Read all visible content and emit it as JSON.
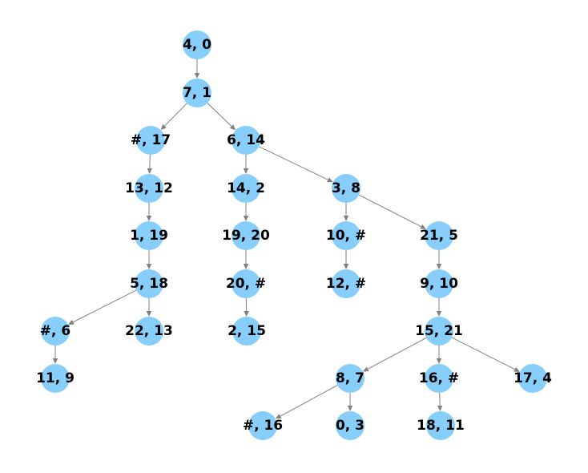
{
  "diagram": {
    "type": "tree",
    "colors": {
      "node": "#87cefa",
      "edge": "#808080",
      "label": "#000000",
      "background": "#ffffff"
    },
    "nodes": [
      {
        "id": "n0",
        "label": "4, 0"
      },
      {
        "id": "n1",
        "label": "7, 1"
      },
      {
        "id": "n2",
        "label": "#, 17"
      },
      {
        "id": "n3",
        "label": "6, 14"
      },
      {
        "id": "n4",
        "label": "13, 12"
      },
      {
        "id": "n5",
        "label": "14, 2"
      },
      {
        "id": "n6",
        "label": "3, 8"
      },
      {
        "id": "n7",
        "label": "1, 19"
      },
      {
        "id": "n8",
        "label": "19, 20"
      },
      {
        "id": "n9",
        "label": "10, #"
      },
      {
        "id": "n10",
        "label": "21, 5"
      },
      {
        "id": "n11",
        "label": "5, 18"
      },
      {
        "id": "n12",
        "label": "20, #"
      },
      {
        "id": "n13",
        "label": "12, #"
      },
      {
        "id": "n14",
        "label": "9, 10"
      },
      {
        "id": "n15",
        "label": "#, 6"
      },
      {
        "id": "n16",
        "label": "22, 13"
      },
      {
        "id": "n17",
        "label": "2, 15"
      },
      {
        "id": "n18",
        "label": "15, 21"
      },
      {
        "id": "n19",
        "label": "11, 9"
      },
      {
        "id": "n20",
        "label": "8, 7"
      },
      {
        "id": "n21",
        "label": "16, #"
      },
      {
        "id": "n22",
        "label": "17, 4"
      },
      {
        "id": "n23",
        "label": "#, 16"
      },
      {
        "id": "n24",
        "label": "0, 3"
      },
      {
        "id": "n25",
        "label": "18, 11"
      }
    ],
    "edges": [
      [
        "n0",
        "n1"
      ],
      [
        "n1",
        "n2"
      ],
      [
        "n1",
        "n3"
      ],
      [
        "n2",
        "n4"
      ],
      [
        "n3",
        "n5"
      ],
      [
        "n3",
        "n6"
      ],
      [
        "n4",
        "n7"
      ],
      [
        "n5",
        "n8"
      ],
      [
        "n6",
        "n9"
      ],
      [
        "n6",
        "n10"
      ],
      [
        "n7",
        "n11"
      ],
      [
        "n8",
        "n12"
      ],
      [
        "n9",
        "n13"
      ],
      [
        "n10",
        "n14"
      ],
      [
        "n11",
        "n15"
      ],
      [
        "n11",
        "n16"
      ],
      [
        "n12",
        "n17"
      ],
      [
        "n14",
        "n18"
      ],
      [
        "n15",
        "n19"
      ],
      [
        "n18",
        "n20"
      ],
      [
        "n18",
        "n21"
      ],
      [
        "n18",
        "n22"
      ],
      [
        "n20",
        "n23"
      ],
      [
        "n20",
        "n24"
      ],
      [
        "n21",
        "n25"
      ]
    ]
  }
}
